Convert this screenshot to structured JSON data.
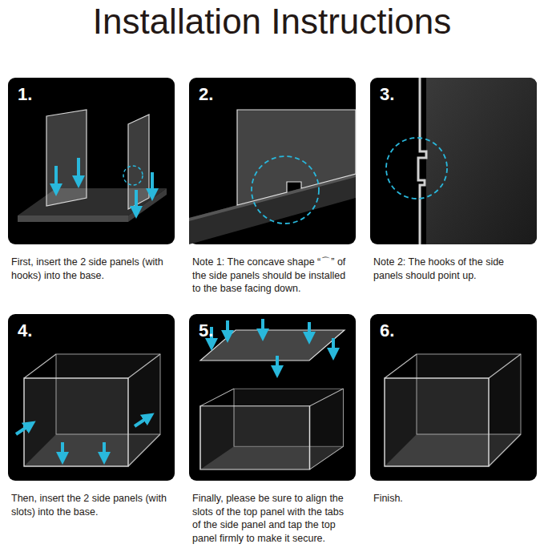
{
  "diagram": {
    "title": "Installation Instructions",
    "nodes": [
      {
        "text": [
          "1.",
          "First, insert the 2 side panels (with hooks) into the base."
        ]
      },
      {
        "text": [
          "2.",
          "Note 1: The concave shape “⌒” of the side panels should be installed to the base facing down."
        ]
      },
      {
        "text": [
          "3.",
          "Note 2: The hooks of the side panels should point up."
        ]
      },
      {
        "text": [
          "4.",
          "Then, insert the 2 side panels (with slots) into the base."
        ]
      },
      {
        "text": [
          "5.",
          "Finally, please be sure to align the slots of the top panel with the tabs of the side panel and tap the top panel firmly to make it secure."
        ]
      },
      {
        "text": [
          "6.",
          "Finish."
        ]
      }
    ]
  }
}
